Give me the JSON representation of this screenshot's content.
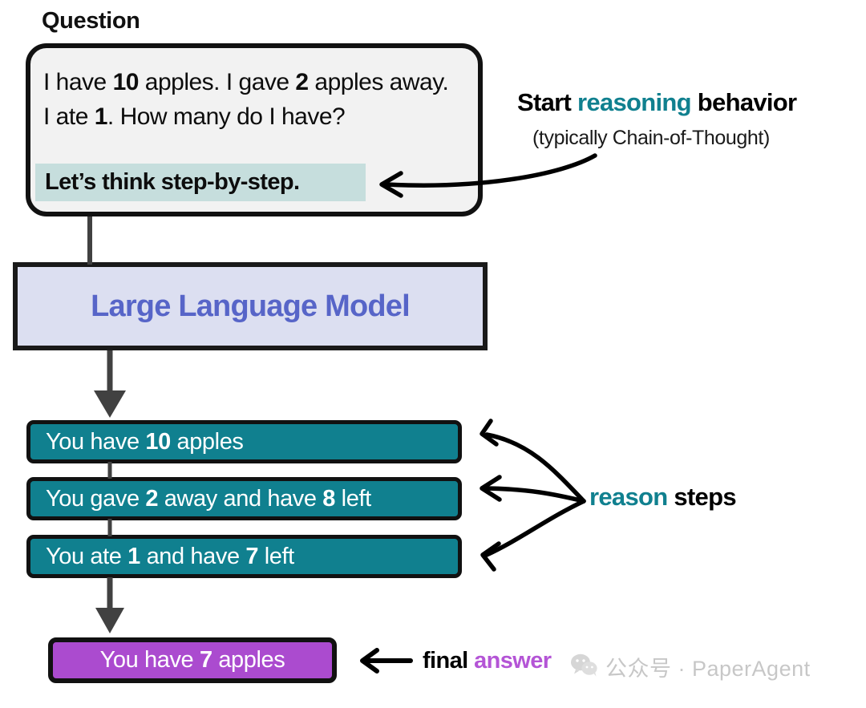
{
  "diagram": {
    "title_label": "Question",
    "question_box": {
      "prompt_line1_a": "I have ",
      "prompt_line1_b": "10",
      "prompt_line1_c": " apples. I gave ",
      "prompt_line1_d": "2",
      "prompt_line1_e": " apples away. I ate ",
      "prompt_line1_f": "1",
      "prompt_line1_g": ". How many do I have?",
      "cot_trigger": "Let’s think step-by-step."
    },
    "annotations": {
      "reasoning_title_pre": "Start ",
      "reasoning_title_highlight": "reasoning",
      "reasoning_title_post": " behavior",
      "reasoning_subtitle": "(typically Chain-of-Thought)",
      "reason_steps_highlight": "reason",
      "reason_steps_post": " steps",
      "final_answer_pre": "final ",
      "final_answer_highlight": "answer"
    },
    "model_box": {
      "label": "Large Language Model"
    },
    "reason_steps": [
      {
        "parts": [
          {
            "text": "You have ",
            "bold": false
          },
          {
            "text": "10",
            "bold": true
          },
          {
            "text": " apples",
            "bold": false
          }
        ]
      },
      {
        "parts": [
          {
            "text": "You gave ",
            "bold": false
          },
          {
            "text": "2",
            "bold": true
          },
          {
            "text": " away and have ",
            "bold": false
          },
          {
            "text": "8",
            "bold": true
          },
          {
            "text": " left",
            "bold": false
          }
        ]
      },
      {
        "parts": [
          {
            "text": "You ate ",
            "bold": false
          },
          {
            "text": "1",
            "bold": true
          },
          {
            "text": " and have ",
            "bold": false
          },
          {
            "text": "7",
            "bold": true
          },
          {
            "text": " left",
            "bold": false
          }
        ]
      }
    ],
    "final_answer": {
      "parts": [
        {
          "text": "You have ",
          "bold": false
        },
        {
          "text": "7",
          "bold": true
        },
        {
          "text": " apples",
          "bold": false
        }
      ]
    },
    "watermark": {
      "text": "公众号 · PaperAgent",
      "icon": "wechat-icon"
    },
    "colors": {
      "teal": "#10808f",
      "teal_highlight": "#c6dedd",
      "purple": "#ab4bcf",
      "purple_text": "#b455d6",
      "lavender_fill": "#dcdff1",
      "model_text_blue": "#5765c8",
      "box_fill_gray": "#f2f2f2",
      "outline_black": "#111111",
      "arrow_gray": "#414141",
      "watermark_gray": "#9b9b9b"
    }
  }
}
